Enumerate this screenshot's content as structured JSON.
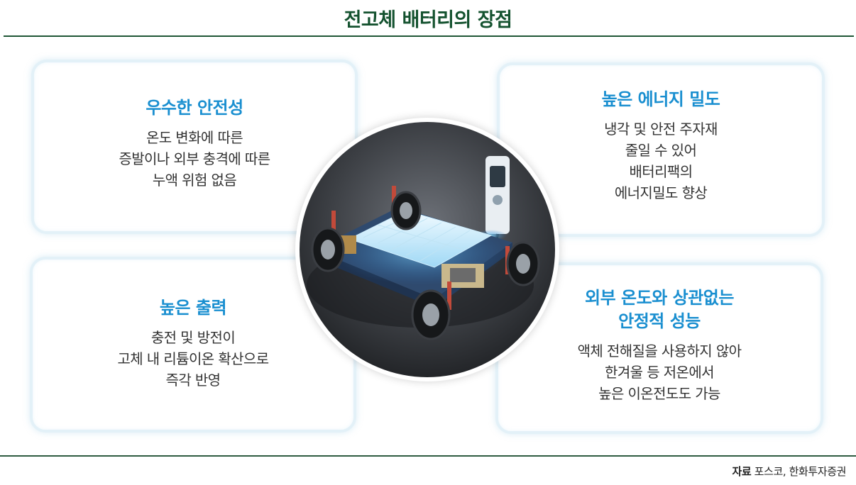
{
  "title": "전고체 배터리의 장점",
  "cards": [
    {
      "heading": [
        "우수한 안전성"
      ],
      "lines": [
        "온도 변화에 따른",
        "증발이나 외부 충격에 따른",
        "누액 위험 없음"
      ]
    },
    {
      "heading": [
        "높은 에너지 밀도"
      ],
      "lines": [
        "냉각 및 안전 주자재",
        "줄일 수 있어",
        "배터리팩의",
        "에너지밀도 향상"
      ]
    },
    {
      "heading": [
        "높은 출력"
      ],
      "lines": [
        "충전 및 방전이",
        "고체 내 리튬이온 확산으로",
        "즉각 반영"
      ]
    },
    {
      "heading": [
        "외부 온도와 상관없는",
        "안정적 성능"
      ],
      "lines": [
        "액체 전해질을 사용하지 않아",
        "한겨울 등 저온에서",
        "높은 이온전도도 가능"
      ]
    }
  ],
  "source": {
    "label": "자료",
    "text": "포스코, 한화투자증권"
  },
  "colors": {
    "title": "#14522f",
    "heading": "#1a8fd0",
    "rule": "#1f5636",
    "card_border": "#e3f1f8"
  },
  "illustration": {
    "icon": "ev-battery-chassis-icon"
  }
}
